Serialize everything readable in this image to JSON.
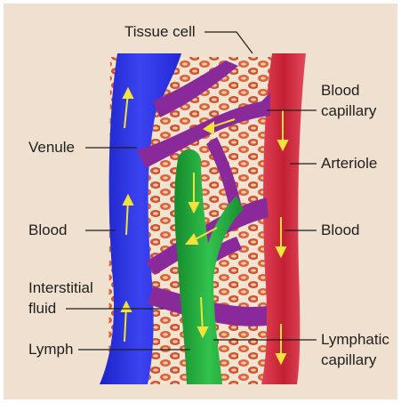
{
  "diagram": {
    "labels": {
      "tissue_cell": "Tissue cell",
      "blood_capillary_line1": "Blood",
      "blood_capillary_line2": "capillary",
      "venule": "Venule",
      "arteriole": "Arteriole",
      "blood_left": "Blood",
      "blood_right": "Blood",
      "interstitial_line1": "Interstitial",
      "interstitial_line2": "fluid",
      "lymph": "Lymph",
      "lymphatic_line1": "Lymphatic",
      "lymphatic_line2": "capillary"
    },
    "colors": {
      "background": "#efe0cf",
      "venule_blue": "#2b2fe0",
      "arteriole_red": "#d8283c",
      "capillary_purple": "#8a2a9a",
      "lymphatic_green": "#1fa33a",
      "cell_fill": "#d9643a",
      "cell_nucleus": "#f2c9a8",
      "flow_arrow": "#f2e23a"
    }
  }
}
